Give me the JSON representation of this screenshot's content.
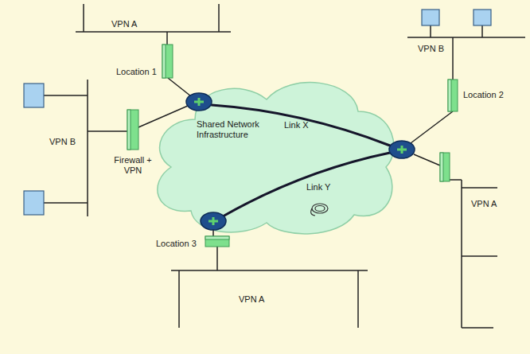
{
  "diagram": {
    "nodes": [
      {
        "text": [
          "Shared Network Infrastructure"
        ]
      }
    ],
    "labels": [
      "VPN A",
      "Location 1",
      "VPN B",
      "Firewall + VPN",
      "Link X",
      "Link Y",
      "VPN B",
      "Location 2",
      "VPN A",
      "Location 3",
      "VPN A"
    ]
  }
}
